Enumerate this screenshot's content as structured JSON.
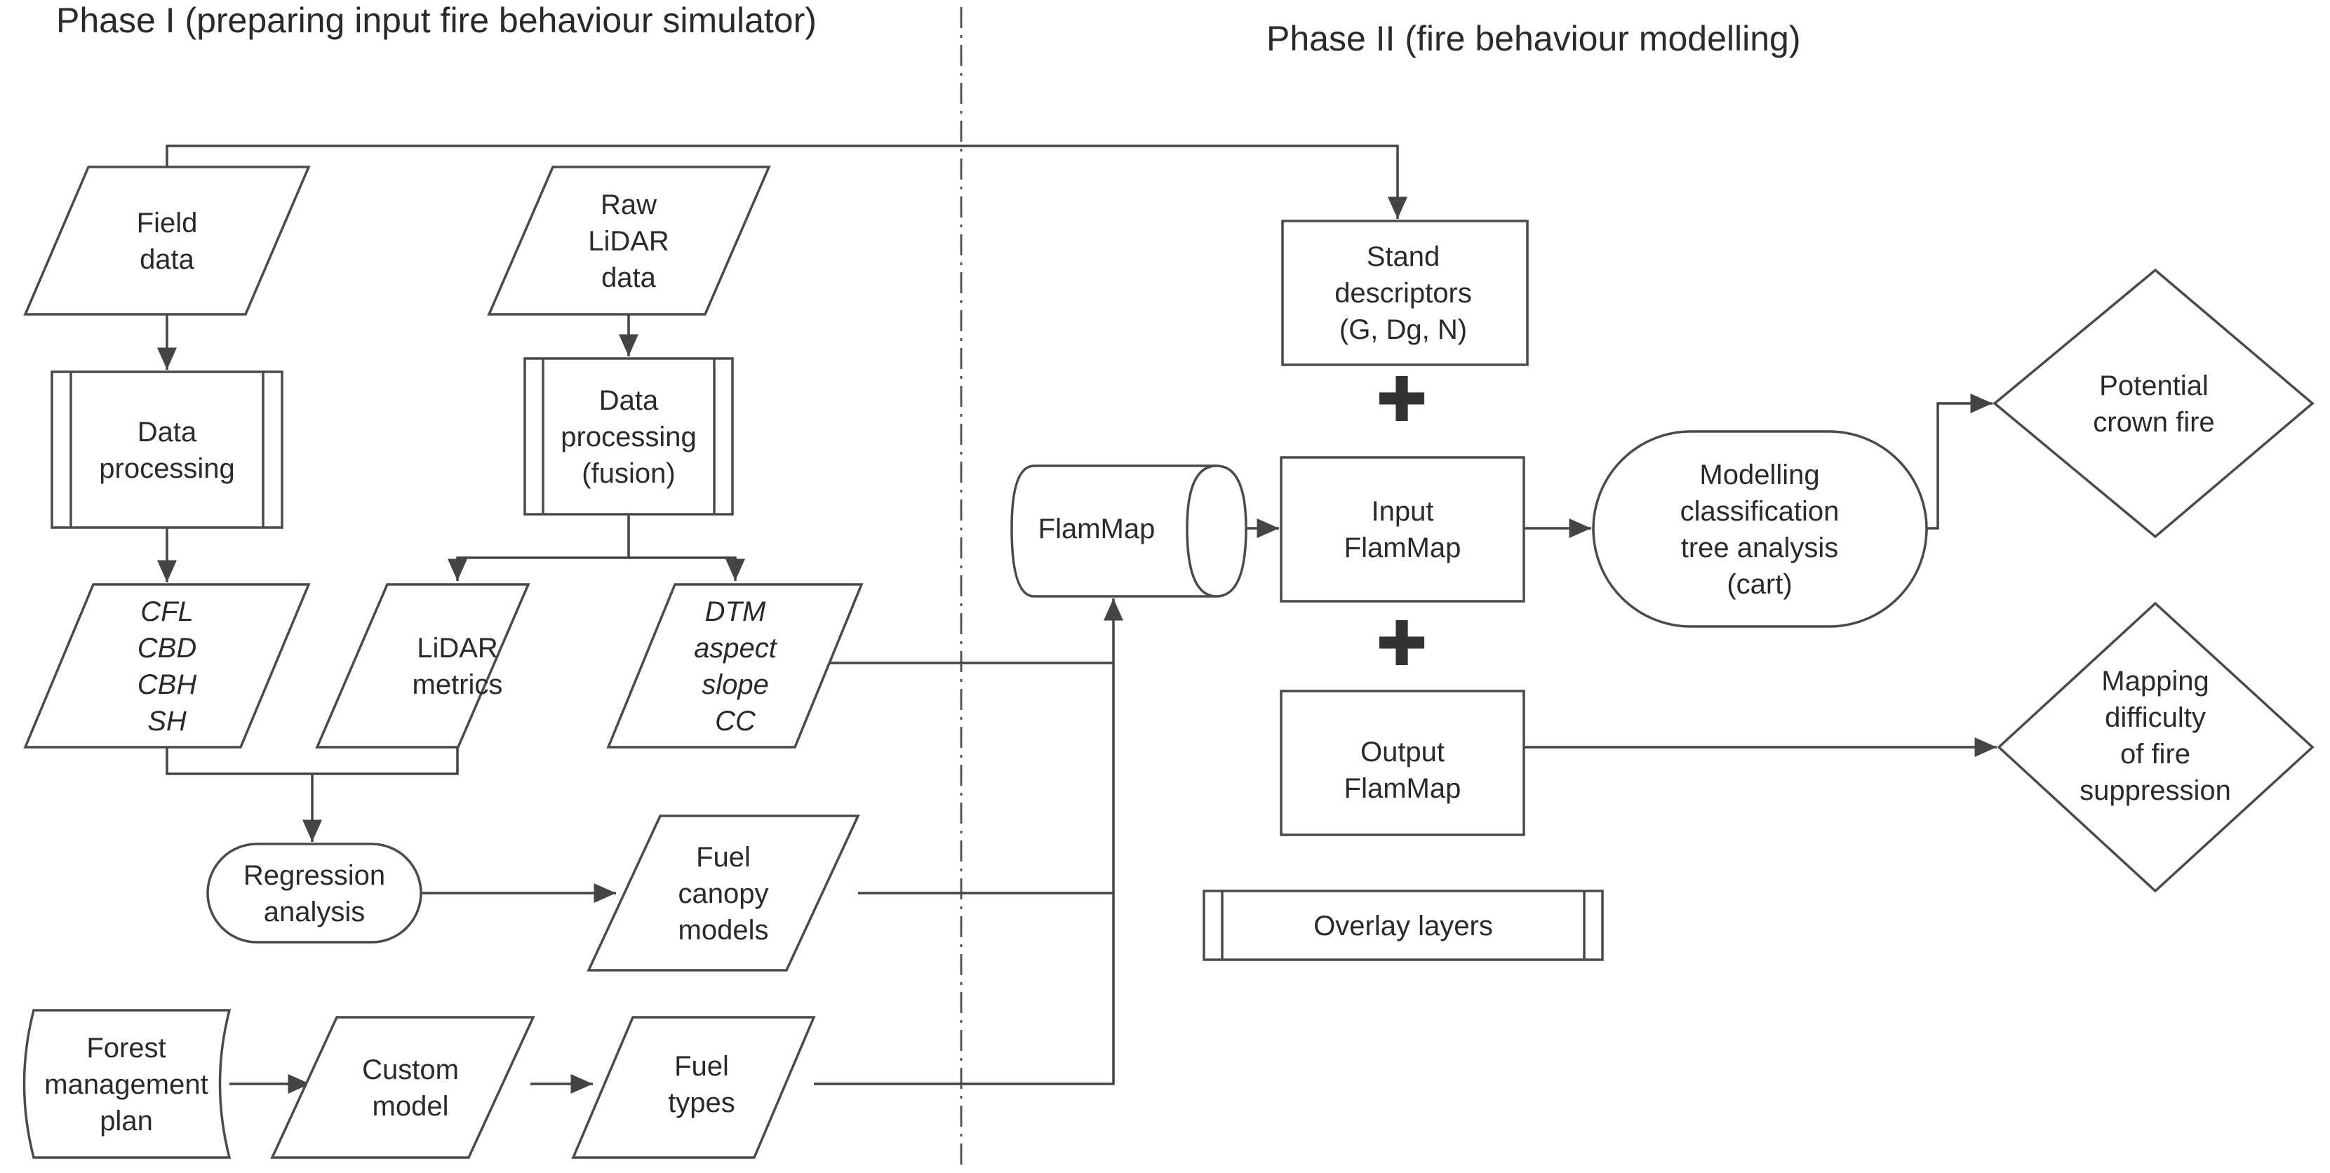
{
  "titles": {
    "phase1": "Phase I (preparing input fire behaviour simulator)",
    "phase2": "Phase II (fire behaviour modelling)"
  },
  "nodes": {
    "field_data": [
      "Field",
      "data"
    ],
    "raw_lidar": [
      "Raw",
      "LiDAR",
      "data"
    ],
    "data_processing": [
      "Data",
      "processing"
    ],
    "data_processing_fusion": [
      "Data",
      "processing",
      "(fusion)"
    ],
    "fire_vars": [
      "CFL",
      "CBD",
      "CBH",
      "SH"
    ],
    "lidar_metrics": [
      "LiDAR",
      "metrics"
    ],
    "terrain_vars": [
      "DTM",
      "aspect",
      "slope",
      "CC"
    ],
    "regression": [
      "Regression",
      "analysis"
    ],
    "fuel_canopy": [
      "Fuel",
      "canopy",
      "models"
    ],
    "forest_plan": [
      "Forest",
      "management",
      "plan"
    ],
    "custom_model": [
      "Custom",
      "model"
    ],
    "fuel_types": [
      "Fuel",
      "types"
    ],
    "stand_descriptors": [
      "Stand",
      "descriptors",
      "(G, Dg, N)"
    ],
    "flammap": [
      "FlamMap"
    ],
    "input_flammap": [
      "Input",
      "FlamMap"
    ],
    "output_flammap": [
      "Output",
      "FlamMap"
    ],
    "modelling_cart": [
      "Modelling",
      "classification",
      "tree analysis",
      "(cart)"
    ],
    "potential_crown_fire": [
      "Potential",
      "crown fire"
    ],
    "mapping_difficulty": [
      "Mapping",
      "difficulty",
      "of fire",
      "suppression"
    ],
    "overlay_layers": [
      "Overlay layers"
    ]
  },
  "symbols": {
    "plus_top": "✚",
    "plus_bottom": "✚"
  }
}
